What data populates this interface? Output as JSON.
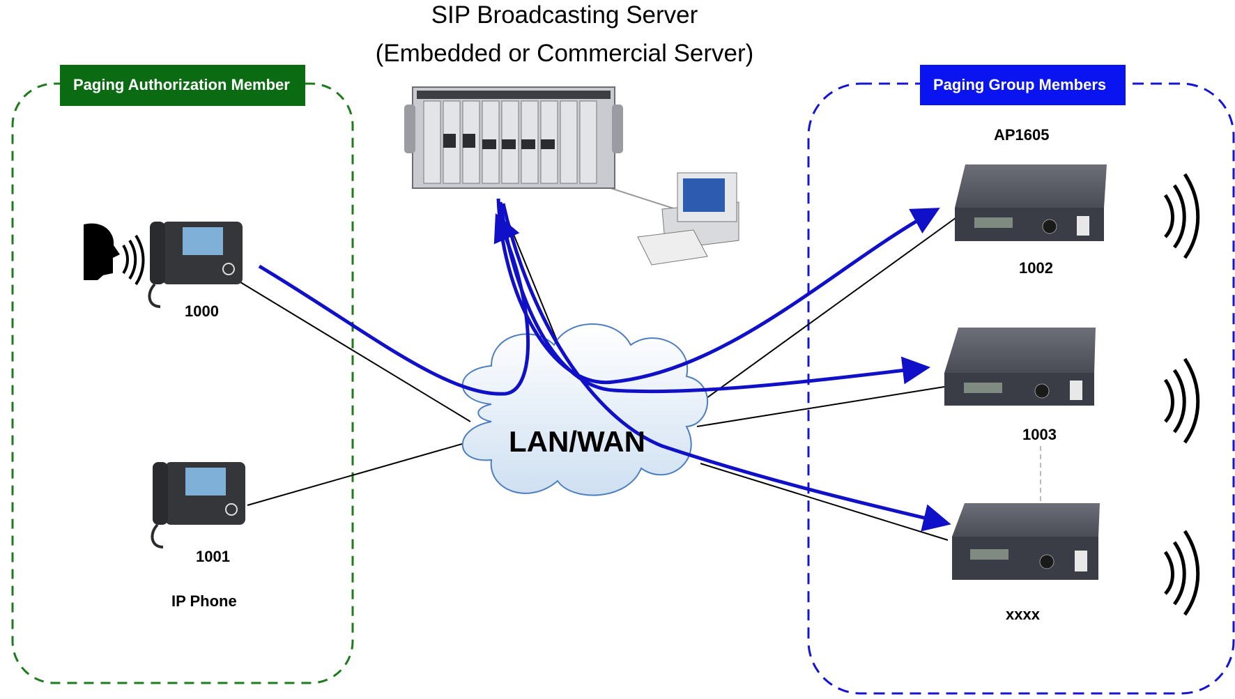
{
  "title": {
    "line1": "SIP Broadcasting Server",
    "line2": "(Embedded or Commercial Server)"
  },
  "groups": {
    "authorization": {
      "label": "Paging Authorization Member",
      "color": "#0b6b12",
      "border": "#1e7a1e"
    },
    "paging": {
      "label": "Paging Group Members",
      "color": "#0a14f0",
      "border": "#1414d2"
    }
  },
  "network": {
    "label": "LAN/WAN"
  },
  "phones": [
    {
      "ext": "1000",
      "icon": "ip-phone-icon"
    },
    {
      "ext": "1001",
      "icon": "ip-phone-icon"
    }
  ],
  "phone_caption": "IP Phone",
  "speakers": {
    "model": "AP1605",
    "units": [
      {
        "ext": "1002",
        "icon": "paging-amplifier-icon"
      },
      {
        "ext": "1003",
        "icon": "paging-amplifier-icon"
      },
      {
        "ext": "xxxx",
        "icon": "paging-amplifier-icon"
      }
    ]
  },
  "icons": {
    "speaker": "speaking-person-icon",
    "server": "rack-server-icon",
    "pc": "desktop-computer-icon",
    "sound": "sound-wave-icon"
  },
  "colors": {
    "flow": "#1010c8",
    "link": "#000000"
  }
}
